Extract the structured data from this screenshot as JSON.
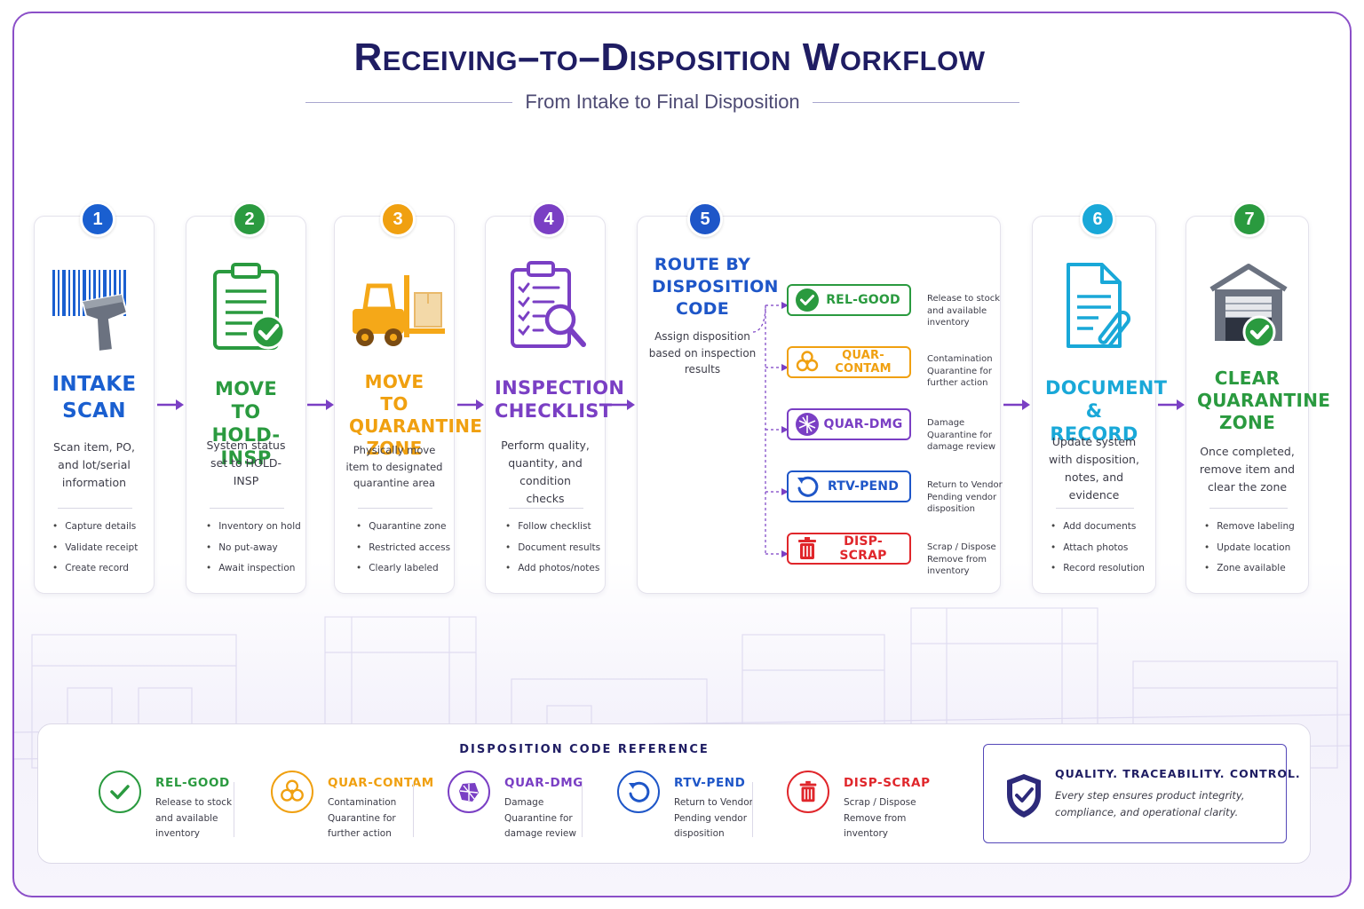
{
  "header": {
    "title": "Receiving–to–Disposition Workflow",
    "subtitle": "From Intake to Final Disposition"
  },
  "steps": [
    {
      "number": "1",
      "title": "INTAKE SCAN",
      "desc": "Scan item, PO, and lot/serial information",
      "bullets": [
        "Capture details",
        "Validate receipt",
        "Create record"
      ],
      "icon": "barcode-scanner-icon",
      "color": "#1a5fd0"
    },
    {
      "number": "2",
      "title": "MOVE TO HOLD-INSP",
      "desc": "System status set to HOLD-INSP",
      "bullets": [
        "Inventory on hold",
        "No put-away",
        "Await inspection"
      ],
      "icon": "clipboard-check-icon",
      "color": "#2a9a3f"
    },
    {
      "number": "3",
      "title": "MOVE TO QUARANTINE ZONE",
      "desc": "Physically move item to designated quarantine area",
      "bullets": [
        "Quarantine zone",
        "Restricted access",
        "Clearly labeled"
      ],
      "icon": "forklift-icon",
      "color": "#f0a010"
    },
    {
      "number": "4",
      "title": "INSPECTION CHECKLIST",
      "desc": "Perform quality, quantity, and condition checks",
      "bullets": [
        "Follow checklist",
        "Document results",
        "Add photos/notes"
      ],
      "icon": "checklist-magnifier-icon",
      "color": "#7a3fc4"
    },
    {
      "number": "5",
      "title": "ROUTE BY DISPOSITION CODE",
      "desc": "Assign disposition based on inspection results",
      "color": "#1e56c8"
    },
    {
      "number": "6",
      "title": "DOCUMENT & RECORD",
      "desc": "Update system with disposition, notes, and evidence",
      "bullets": [
        "Add documents",
        "Attach photos",
        "Record resolution"
      ],
      "icon": "document-paperclip-icon",
      "color": "#19a8d8"
    },
    {
      "number": "7",
      "title": "CLEAR QUARANTINE ZONE",
      "desc": "Once completed, remove item and clear the zone",
      "bullets": [
        "Remove labeling",
        "Update location",
        "Zone available"
      ],
      "icon": "warehouse-check-icon",
      "color": "#2a9a3f"
    }
  ],
  "codes": [
    {
      "code": "REL-GOOD",
      "note": "Release to stock and available inventory",
      "color": "#2a9a3f",
      "icon": "check-circle-icon"
    },
    {
      "code": "QUAR-CONTAM",
      "note": "Contamination Quarantine for further action",
      "color": "#f0a010",
      "icon": "biohazard-icon"
    },
    {
      "code": "QUAR-DMG",
      "note": "Damage Quarantine for damage review",
      "color": "#7a3fc4",
      "icon": "damage-icon"
    },
    {
      "code": "RTV-PEND",
      "note": "Return to Vendor Pending vendor disposition",
      "color": "#1e56c8",
      "icon": "return-arrow-icon"
    },
    {
      "code": "DISP-SCRAP",
      "note": "Scrap / Dispose Remove from inventory",
      "color": "#e0262b",
      "icon": "trash-icon"
    }
  ],
  "reference": {
    "title": "DISPOSITION CODE REFERENCE",
    "items": [
      {
        "code": "REL-GOOD",
        "desc": "Release to stock and available inventory"
      },
      {
        "code": "QUAR-CONTAM",
        "desc": "Contamination Quarantine for further action"
      },
      {
        "code": "QUAR-DMG",
        "desc": "Damage Quarantine for damage review"
      },
      {
        "code": "RTV-PEND",
        "desc": "Return to Vendor Pending vendor disposition"
      },
      {
        "code": "DISP-SCRAP",
        "desc": "Scrap / Dispose Remove from inventory"
      }
    ]
  },
  "quality": {
    "title": "QUALITY. TRACEABILITY. CONTROL.",
    "desc": "Every step ensures product integrity, compliance, and operational clarity.",
    "icon": "shield-check-icon",
    "color": "#2d2a7a"
  }
}
